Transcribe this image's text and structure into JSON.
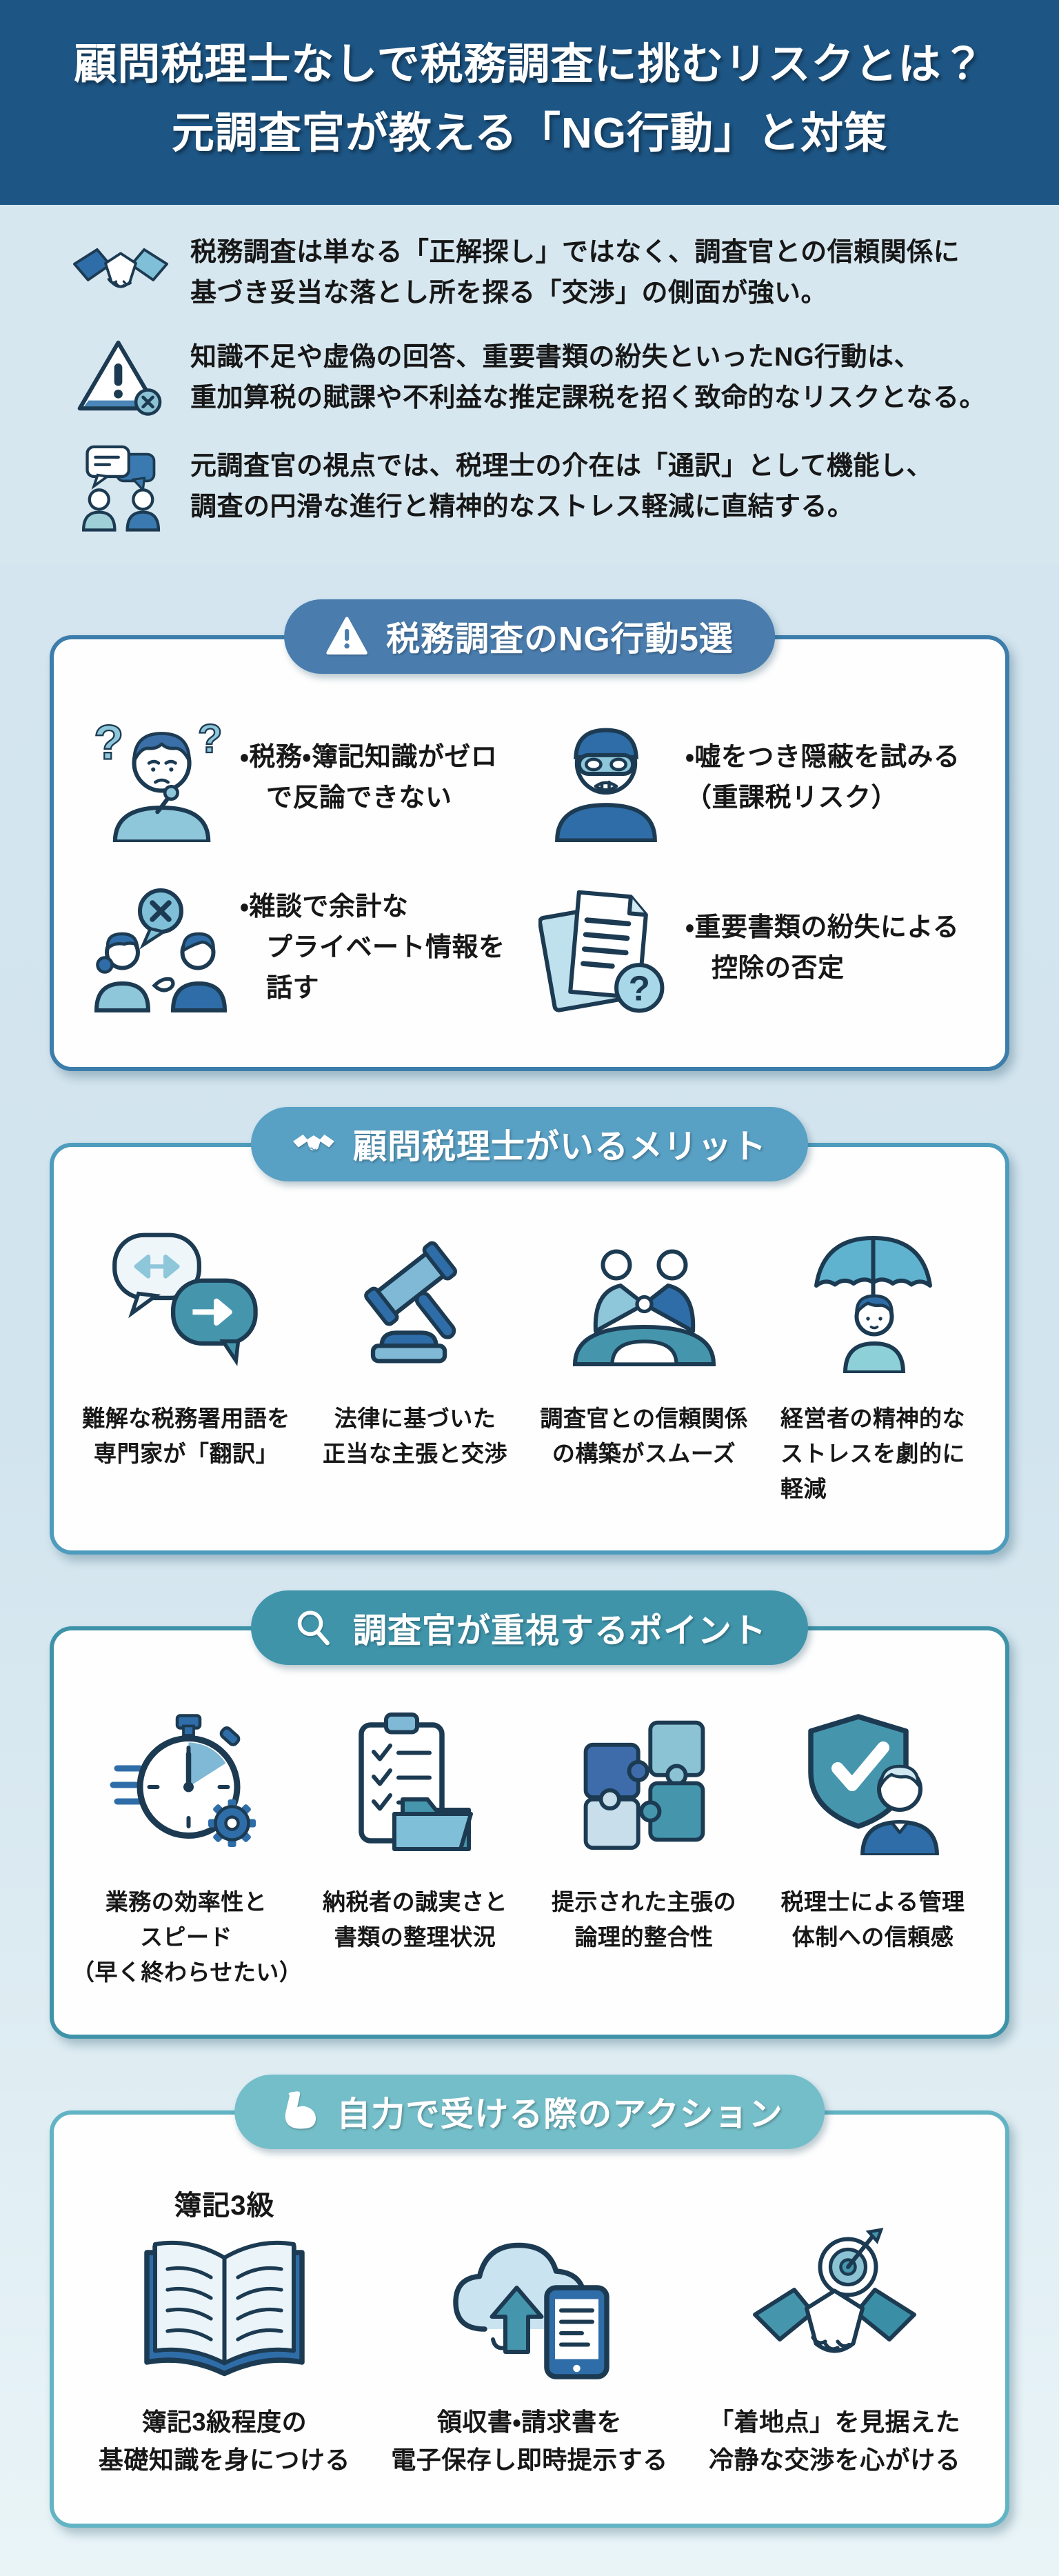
{
  "page": {
    "title_line1": "顧問税理士なしで税務調査に挑むリスクとは？",
    "title_line2": "元調査官が教える「NG行動」と対策"
  },
  "colors": {
    "header_bg": "#1d5584",
    "summary_bg": "#d7e7f0",
    "page_bg": "#d2e4ee",
    "card_bg": "#fefefe",
    "section1_accent": "#4a7dae",
    "section2_accent": "#58a0c4",
    "section3_accent": "#3f94aa",
    "section4_accent": "#74bec9",
    "icon_navy": "#1c3b52",
    "icon_blue": "#2f6da8",
    "icon_teal": "#4596ad",
    "icon_light": "#8cc3d4"
  },
  "summary": {
    "items": [
      {
        "icon": "handshake-icon",
        "line1": "税務調査は単なる「正解探し」ではなく、調査官との信頼関係に",
        "line2": "基づき妥当な落とし所を探る「交渉」の側面が強い。"
      },
      {
        "icon": "warning-icon",
        "line1": "知識不足や虚偽の回答、重要書類の紛失といったNG行動は、",
        "line2": "重加算税の賦課や不利益な推定課税を招く致命的なリスクとなる。"
      },
      {
        "icon": "consultation-icon",
        "line1": "元調査官の視点では、税理士の介在は「通訳」として機能し、",
        "line2": "調査の円滑な進行と精神的なストレス軽減に直結する。"
      }
    ]
  },
  "sections": [
    {
      "title": "税務調査のNG行動5選",
      "icon": "warning-triangle-icon",
      "items": [
        {
          "icon": "confused-person-icon",
          "line1": "・税務・簿記知識がゼロ",
          "line2": "で反論できない"
        },
        {
          "icon": "masked-liar-icon",
          "line1": "・嘘をつき隠蔽を試みる",
          "line2": "（重課税リスク）"
        },
        {
          "icon": "gossip-x-icon",
          "line1": "・雑談で余計な",
          "line2": "プライベート情報を話す"
        },
        {
          "icon": "lost-documents-icon",
          "line1": "・重要書類の紛失による",
          "line2": "控除の否定"
        }
      ]
    },
    {
      "title": "顧問税理士がいるメリット",
      "icon": "handshake-icon",
      "items": [
        {
          "icon": "translate-bubbles-icon",
          "line1": "難解な税務署用語を",
          "line2": "専門家が「翻訳」",
          "line3": ""
        },
        {
          "icon": "gavel-icon",
          "line1": "法律に基づいた",
          "line2": "正当な主張と交渉",
          "line3": ""
        },
        {
          "icon": "bridge-trust-icon",
          "line1": "調査官との信頼関係",
          "line2": "の構築がスムーズ",
          "line3": ""
        },
        {
          "icon": "umbrella-person-icon",
          "line1": "経営者の精神的な",
          "line2": "ストレスを劇的に",
          "line3": "軽減"
        }
      ]
    },
    {
      "title": "調査官が重視するポイント",
      "icon": "magnifier-icon",
      "items": [
        {
          "icon": "stopwatch-gear-icon",
          "line1": "業務の効率性と",
          "line2": "スピード",
          "line3": "（早く終わらせたい）"
        },
        {
          "icon": "checklist-folder-icon",
          "line1": "納税者の誠実さと",
          "line2": "書類の整理状況",
          "line3": ""
        },
        {
          "icon": "puzzle-icon",
          "line1": "提示された主張の",
          "line2": "論理的整合性",
          "line3": ""
        },
        {
          "icon": "shield-person-icon",
          "line1": "税理士による管理",
          "line2": "体制への信頼感",
          "line3": ""
        }
      ]
    },
    {
      "title": "自力で受ける際のアクション",
      "icon": "biceps-icon",
      "items": [
        {
          "icon": "textbook-icon",
          "label": "簿記3級",
          "line1": "簿記3級程度の",
          "line2": "基礎知識を身につける"
        },
        {
          "icon": "cloud-upload-icon",
          "label": "",
          "line1": "領収書・請求書を",
          "line2": "電子保存し即時提示する"
        },
        {
          "icon": "target-handshake-icon",
          "label": "",
          "line1": "「着地点」を見据えた",
          "line2": "冷静な交渉を心がける"
        }
      ]
    }
  ]
}
